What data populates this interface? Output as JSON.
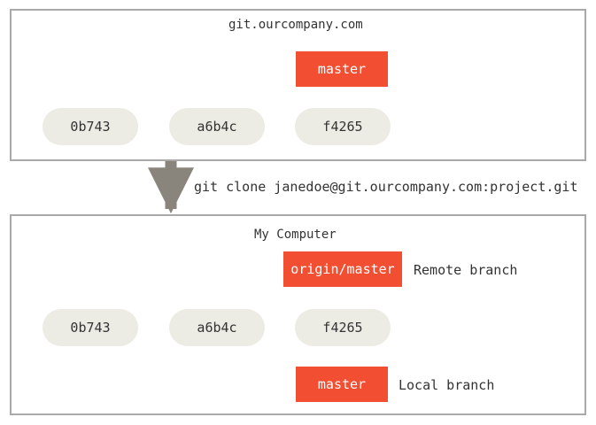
{
  "colors": {
    "branch": "#f14e32",
    "commit": "#ecebe4",
    "arrow": "#8a857c",
    "border": "#a9a9a9"
  },
  "remote_server": {
    "title": "git.ourcompany.com",
    "commits": [
      "0b743",
      "a6b4c",
      "f4265"
    ],
    "branch": "master"
  },
  "clone_command": "git clone janedoe@git.ourcompany.com:project.git",
  "local_computer": {
    "title": "My Computer",
    "commits": [
      "0b743",
      "a6b4c",
      "f4265"
    ],
    "remote_branch": "origin/master",
    "remote_branch_label": "Remote branch",
    "local_branch": "master",
    "local_branch_label": "Local branch"
  }
}
